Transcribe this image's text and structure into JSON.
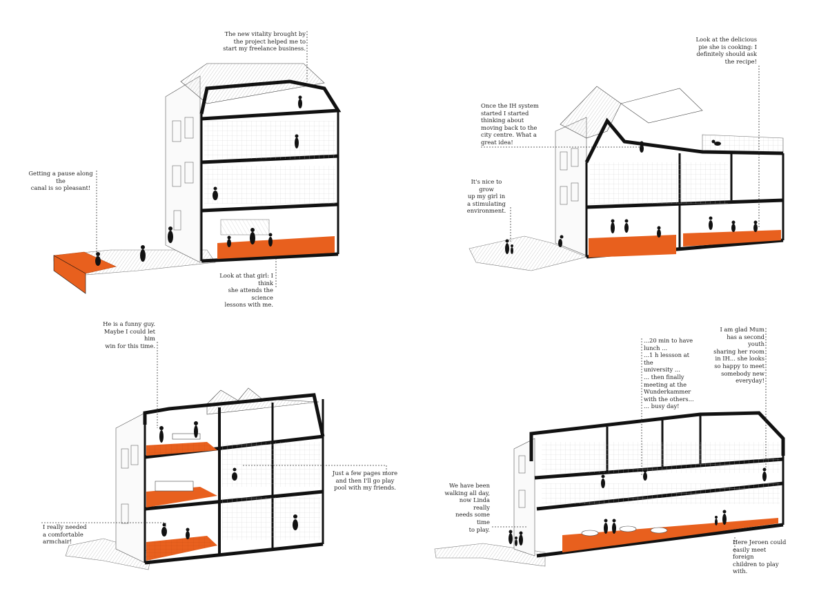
{
  "colors": {
    "accent": "#e8601e",
    "line": "#111111",
    "hatch": "#bbbbbb",
    "paper": "#ffffff"
  },
  "panels": [
    {
      "id": "canal-house",
      "captions": [
        {
          "text": "The new vitality brought by\nthe project helped me to\nstart my freelance business."
        },
        {
          "text": "Getting a pause along the\ncanal is so pleasant!"
        },
        {
          "text": "Look at that girl: I think\nshe attends the science\nlessons with me."
        }
      ]
    },
    {
      "id": "ih-house",
      "captions": [
        {
          "text": "Look at the delicious\npie she is cooking: I\ndefinitely should ask\nthe recipe!"
        },
        {
          "text": "Once the IH system\nstarted I started\nthinking about\nmoving back to the\ncity centre. What a\ngreat idea!"
        },
        {
          "text": "It's nice to grow\nup my girl in\na stimulating\nenvironment."
        }
      ]
    },
    {
      "id": "student-house",
      "captions": [
        {
          "text": "He is a funny guy.\nMaybe I could let him\nwin for this time."
        },
        {
          "text": "Just a few pages more\nand then I'll go play\npool with my friends."
        },
        {
          "text": "I really needed\na comfortable\narmchair!"
        }
      ]
    },
    {
      "id": "family-house",
      "captions": [
        {
          "text": "...20 min to have\nlunch ...\n...1 h lessson at the\nuniversity ...\n... then finally\nmeeting at the\nWunderkammer\nwith the others...\n... busy day!"
        },
        {
          "text": "I am glad Mum\nhas a second youth\nsharing her room\nin IH... she looks\nso happy to meet\nsomebody new\neveryday!"
        },
        {
          "text": "We have been\nwalking all day,\nnow Linda really\nneeds some time\nto play."
        },
        {
          "text": "Here Jeroen could\neasily meet foreign\nchildren to play\nwith."
        }
      ]
    }
  ]
}
